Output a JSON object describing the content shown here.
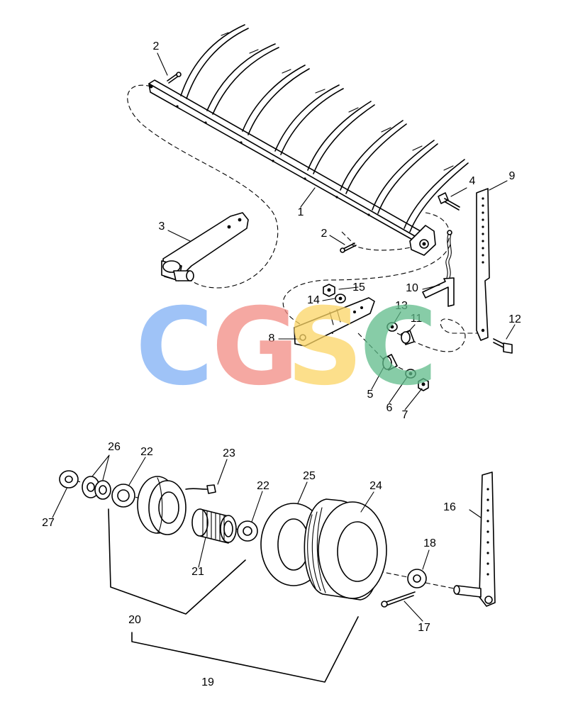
{
  "diagram": {
    "watermark": {
      "letters": [
        {
          "char": "C",
          "color": "#7fb0f5"
        },
        {
          "char": "G",
          "color": "#f28b84"
        },
        {
          "char": "S",
          "color": "#fbd565"
        },
        {
          "char": "C",
          "color": "#5fbb8a"
        }
      ]
    },
    "callouts": {
      "p1": "1",
      "p2a": "2",
      "p2b": "2",
      "p3": "3",
      "p4": "4",
      "p5": "5",
      "p6": "6",
      "p7": "7",
      "p8": "8",
      "p9": "9",
      "p10": "10",
      "p11": "11",
      "p12": "12",
      "p13": "13",
      "p14": "14",
      "p15": "15",
      "p16": "16",
      "p17": "17",
      "p18": "18",
      "p19": "19",
      "p20": "20",
      "p21": "21",
      "p22a": "22",
      "p22b": "22",
      "p23": "23",
      "p24": "24",
      "p25": "25",
      "p26": "26",
      "p27": "27"
    }
  }
}
